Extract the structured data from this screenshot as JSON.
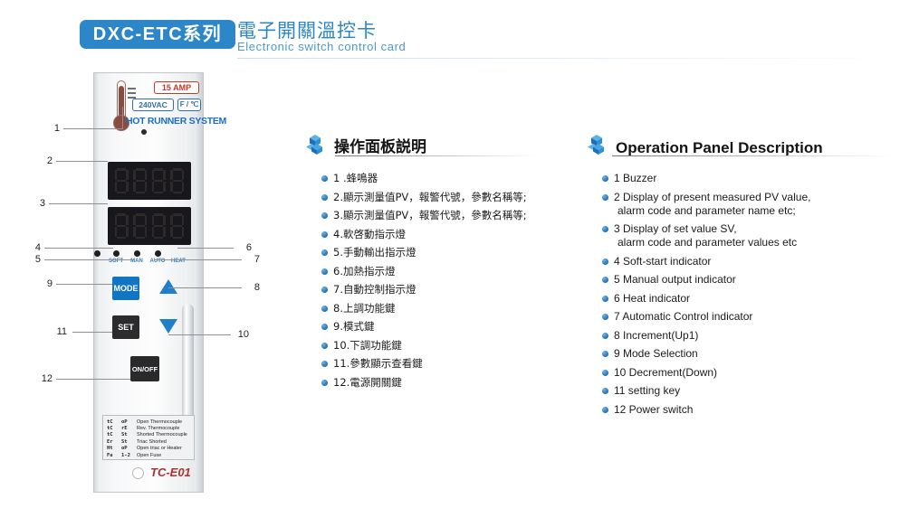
{
  "header": {
    "badge": "DXC-ETC系列",
    "title_cn": "電子開關溫控卡",
    "title_en": "Electronic switch control card",
    "badge_color": "#2c86c8"
  },
  "device": {
    "tag_amp": "15 AMP",
    "tag_vac": "240VAC",
    "tag_unit": "F / ℃",
    "brand_text": "HOT RUNNER SYSTEM",
    "model": "TC-E01",
    "buttons": {
      "mode": "MODE",
      "set": "SET",
      "power": "ON/OFF"
    },
    "led_labels": [
      "SOFT",
      "MAN",
      "AUTO",
      "HEAT"
    ],
    "error_table": [
      {
        "code1": "tC",
        "code2": "oP",
        "desc": "Open Thermocouple"
      },
      {
        "code1": "tC",
        "code2": "rE",
        "desc": "Rev. Thermocouple"
      },
      {
        "code1": "tC",
        "code2": "St",
        "desc": "Shorted Thermocouple"
      },
      {
        "code1": "Er",
        "code2": "St",
        "desc": "Triac Shorted"
      },
      {
        "code1": "Ht",
        "code2": "oP",
        "desc": "Open triac or Heater"
      },
      {
        "code1": "Fu",
        "code2": "1-2",
        "desc": "Open Fuse"
      }
    ]
  },
  "callouts": {
    "left": [
      "1",
      "2",
      "3",
      "4",
      "5",
      "9",
      "11",
      "12"
    ],
    "right": [
      "6",
      "7",
      "8",
      "10"
    ]
  },
  "panel_cn": {
    "title": "操作面板説明",
    "items": [
      "1 .蜂鳴器",
      "2.顯示測量值PV，報警代號，參數名稱等;",
      "3.顯示測量值PV，報警代號，參數名稱等;",
      "4.軟啓動指示燈",
      "5.手動輸出指示燈",
      "6.加熱指示燈",
      "7.自動控制指示燈",
      "8.上調功能鍵",
      "9.模式鍵",
      "10.下調功能鍵",
      "11.參數顯示查看鍵",
      "12.電源開關鍵"
    ]
  },
  "panel_en": {
    "title": "Operation Panel Description",
    "items": [
      {
        "text": "1 Buzzer",
        "sub": ""
      },
      {
        "text": "2 Display of present measured PV value,",
        "sub": "alarm code and parameter name etc;"
      },
      {
        "text": "3 Display of set value SV,",
        "sub": "alarm code and parameter values etc"
      },
      {
        "text": "4 Soft-start indicator",
        "sub": ""
      },
      {
        "text": "5 Manual output indicator",
        "sub": ""
      },
      {
        "text": "6 Heat  indicator",
        "sub": ""
      },
      {
        "text": "7 Automatic Control indicator",
        "sub": ""
      },
      {
        "text": "8 Increment(Up1)",
        "sub": ""
      },
      {
        "text": "9 Mode Selection",
        "sub": ""
      },
      {
        "text": "10 Decrement(Down)",
        "sub": ""
      },
      {
        "text": "11 setting key",
        "sub": ""
      },
      {
        "text": "12 Power switch",
        "sub": ""
      }
    ]
  }
}
